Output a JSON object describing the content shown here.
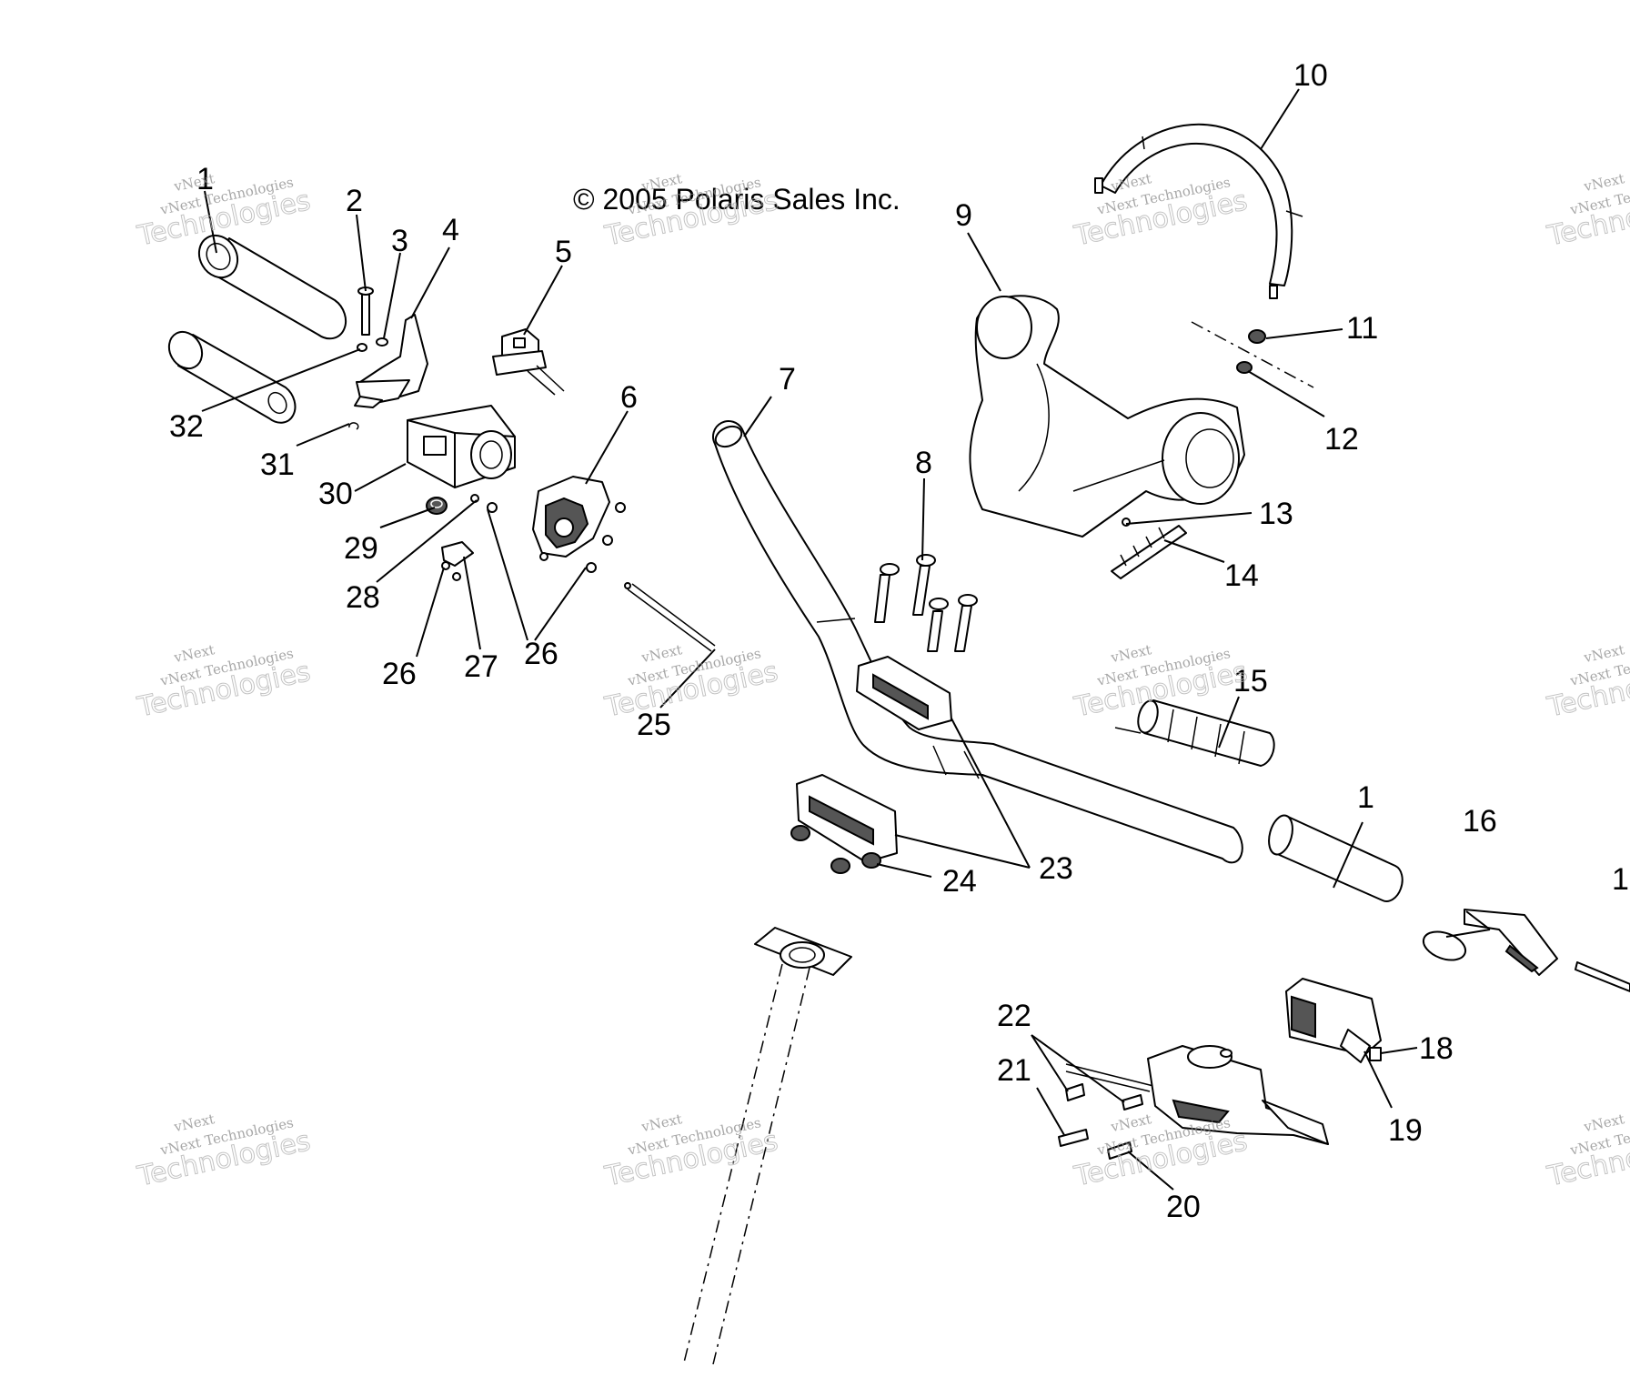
{
  "copyright": "© 2005 Polaris Sales Inc.",
  "watermark": {
    "line1": "vNext",
    "line2": "vNext Technologies",
    "line3": "Technologies"
  },
  "callouts": {
    "c1a": "1",
    "c2": "2",
    "c3": "3",
    "c4": "4",
    "c5": "5",
    "c6": "6",
    "c7": "7",
    "c8": "8",
    "c9": "9",
    "c10": "10",
    "c11": "11",
    "c12": "12",
    "c13": "13",
    "c14": "14",
    "c15": "15",
    "c1b": "1",
    "c16": "16",
    "c17": "1",
    "c18": "18",
    "c19": "19",
    "c20": "20",
    "c21": "21",
    "c22": "22",
    "c23": "23",
    "c24": "24",
    "c25": "25",
    "c26a": "26",
    "c26b": "26",
    "c27": "27",
    "c28": "28",
    "c29": "29",
    "c30": "30",
    "c31": "31",
    "c32": "32"
  }
}
